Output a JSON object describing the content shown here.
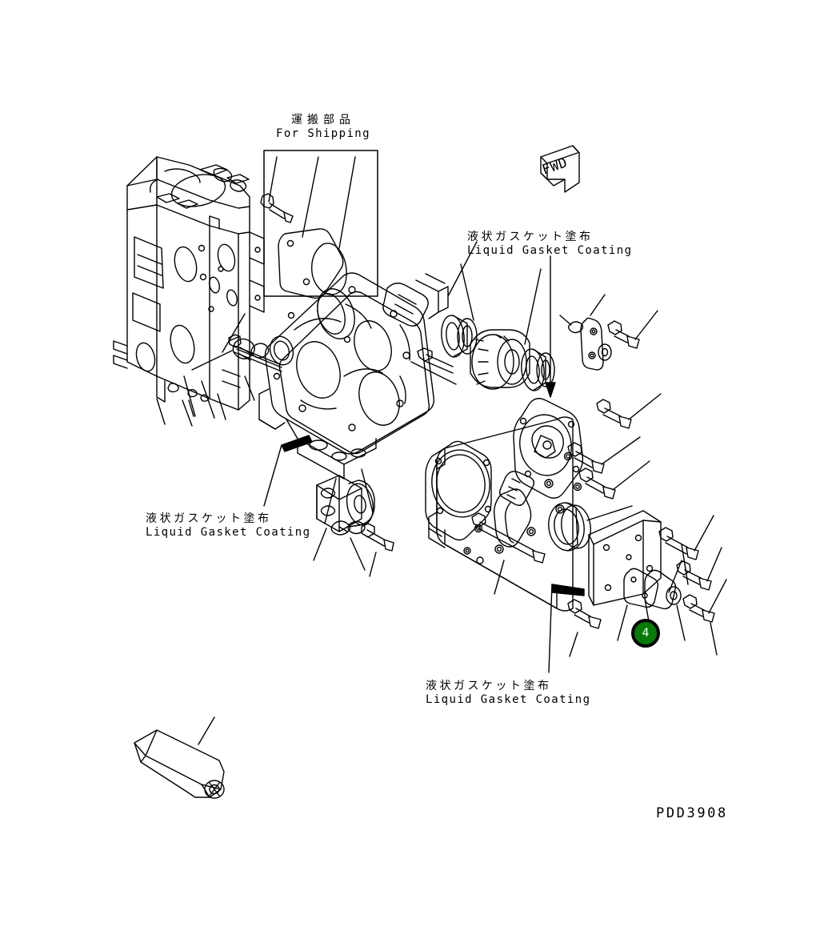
{
  "sheet": {
    "background": "#ffffff",
    "drawing_code": "PDD3908",
    "ink_color": "#000000"
  },
  "labels": {
    "shipping": {
      "jp": "運搬部品",
      "en": "For Shipping"
    },
    "liquid_gasket_top": {
      "jp": "液状ガスケット塗布",
      "en": "Liquid Gasket Coating"
    },
    "liquid_gasket_left": {
      "jp": "液状ガスケット塗布",
      "en": "Liquid Gasket Coating"
    },
    "liquid_gasket_bottom": {
      "jp": "液状ガスケット塗布",
      "en": "Liquid Gasket Coating"
    }
  },
  "orientation_marker": {
    "text": "FWD",
    "name": "fwd-arrow"
  },
  "callouts": [
    {
      "number": "4",
      "color": "#077a07",
      "ring": "#000000",
      "text_color": "#ffffff"
    }
  ],
  "parts": {
    "cylinder_block": "cylinder-block",
    "gear_housing": "gear-housing",
    "gear_cover": "gear-cover",
    "oil_pump": "oil-pump",
    "idler_gear": "idler-gear",
    "bearings": "bearings",
    "oil_seal": "oil-seal",
    "shipping_cover_plate": "shipping-cover-plate",
    "shipping_gasket": "shipping-gasket",
    "side_cover_plate": "side-cover-plate",
    "sealant_tube": "sealant-tube",
    "bracket": "bracket",
    "bolts": "bolts",
    "washers": "washers",
    "dowel_pins": "dowel-pins"
  }
}
